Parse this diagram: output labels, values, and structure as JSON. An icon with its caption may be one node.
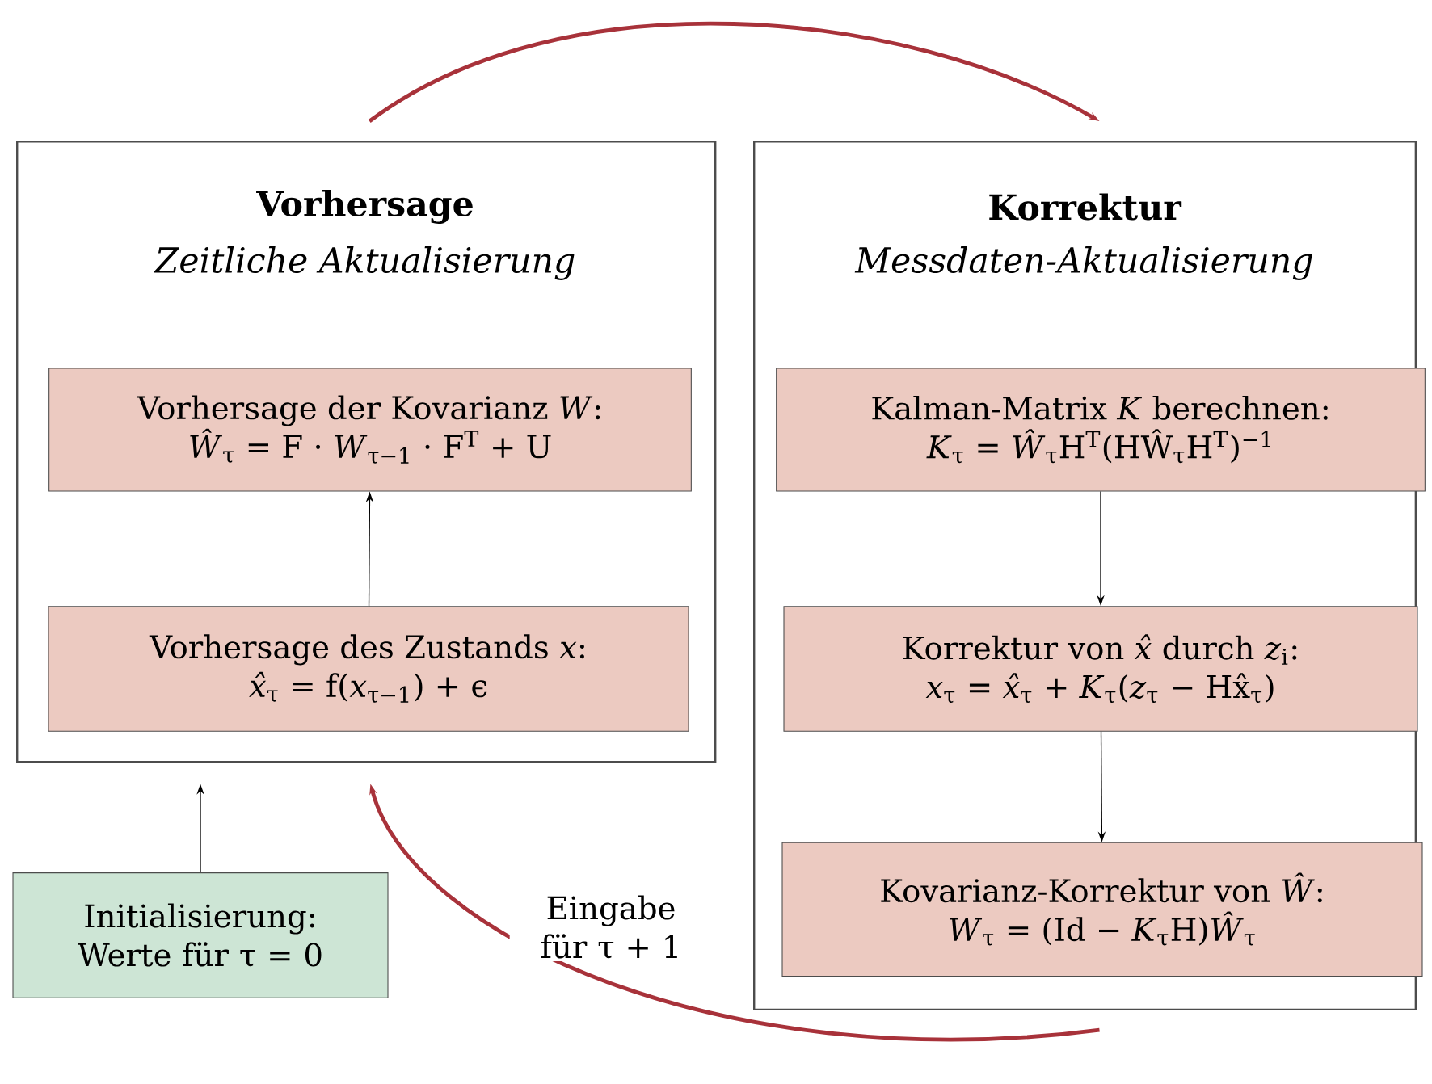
{
  "diagram": {
    "nodes": [
      {
        "text": [
          "Vorhersage",
          "Zeitliche Aktualisierung"
        ]
      },
      {
        "text": [
          "Vorhersage der Kovarianz *W*:",
          "*Ŵ*$_{τ}$ = F · *W*$_{τ−1}$ · F$^{T}$ + U"
        ],
        "in": 0
      },
      {
        "text": [
          "Vorhersage des Zustands *x*:",
          "*x̂*$_{τ}$ = f(*x*$_{τ−1}$) + ϵ"
        ],
        "in": 0
      },
      {
        "text": [
          "Korrektur",
          "Messdaten-Aktualisierung"
        ]
      },
      {
        "text": [
          "Kalman-Matrix *K* berechnen:",
          "*K*$_{τ}$ = *Ŵ*$_{τ}$H$^{T}$(HŴ$_{τ}$H$^{T}$)$^{−1}$"
        ],
        "in": 3
      },
      {
        "text": [
          "Korrektur von *x̂* durch *z*$_{i}$:",
          "*x*$_{τ}$ = *x̂*$_{τ}$ + *K*$_{τ}$(*z*$_{τ}$ − Hx̂$_{τ}$)"
        ],
        "in": 3
      },
      {
        "text": [
          "Kovarianz-Korrektur von *Ŵ*:",
          "*W*$_{τ}$ = (Id − *K*$_{τ}$H)*Ŵ*$_{τ}$"
        ],
        "in": 3
      },
      {
        "text": [
          "Initialisierung: Werte für τ = 0"
        ]
      }
    ],
    "edges": [
      {
        "from": 2,
        "to": 1,
        "arrow": "to"
      },
      {
        "from": 4,
        "to": 5,
        "arrow": "to"
      },
      {
        "from": 5,
        "to": 6,
        "arrow": "to"
      },
      {
        "from": 7,
        "to": 0,
        "arrow": "to"
      },
      {
        "from": 0,
        "to": 3,
        "arrow": "to",
        "style": "thick",
        "color": "#a8323a"
      },
      {
        "from": 3,
        "to": 0,
        "arrow": "to",
        "style": "thick",
        "color": "#a8323a",
        "label": "Eingabe für τ + 1"
      }
    ]
  }
}
